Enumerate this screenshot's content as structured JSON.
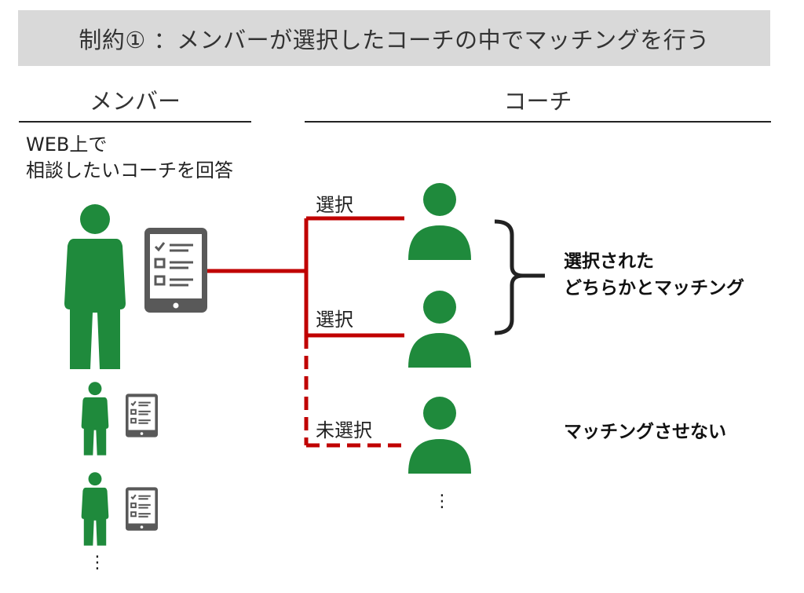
{
  "title": "制約① ：メンバーが選択したコーチの中でマッチングを行う",
  "member_header": "メンバー",
  "coach_header": "コーチ",
  "member_caption": {
    "line1": "WEB上で",
    "line2": "相談したいコーチを回答"
  },
  "coaches": [
    {
      "label": "選択"
    },
    {
      "label": "選択"
    },
    {
      "label": "未選択"
    }
  ],
  "result_matched": {
    "line1": "選択された",
    "line2": "どちらかとマッチング"
  },
  "result_unmatched": "マッチングさせない",
  "ellipsis": "⋮",
  "colors": {
    "person": "#1f8a3c",
    "line": "#c00000",
    "tablet": "#595959",
    "title_bg": "#d9d9d9"
  },
  "icons": [
    "person-icon",
    "tablet-checklist-icon",
    "bracket-icon"
  ]
}
